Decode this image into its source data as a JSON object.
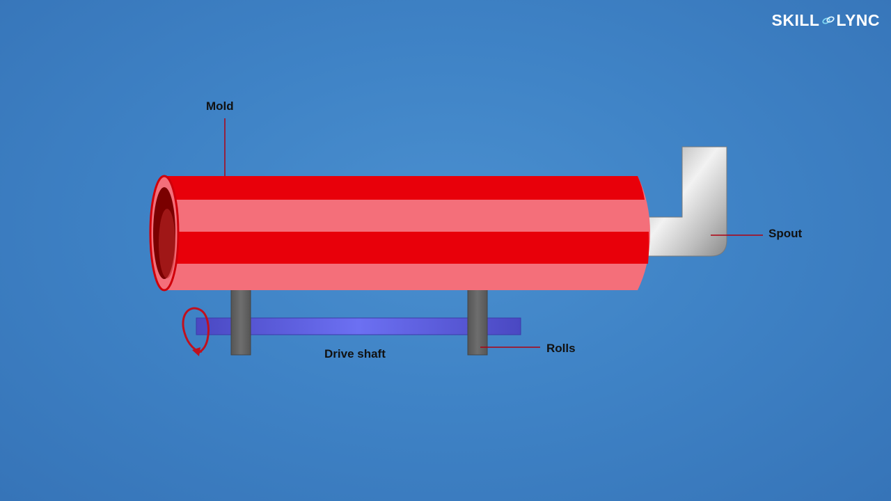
{
  "brand": {
    "left": "SKILL",
    "right": "LYNC"
  },
  "labels": {
    "mold": "Mold",
    "spout": "Spout",
    "rolls": "Rolls",
    "drive_shaft": "Drive shaft"
  },
  "colors": {
    "background": "#3f83c6",
    "mold_dark_red": "#e8000a",
    "mold_light_red": "#f46f7a",
    "drive_shaft": "#5b5fd6",
    "rolls": "#636363",
    "leader_lines": "#b00010",
    "rotation_arrow": "#c0101e",
    "spout": "#cfcfcf",
    "label_text": "#111111"
  }
}
